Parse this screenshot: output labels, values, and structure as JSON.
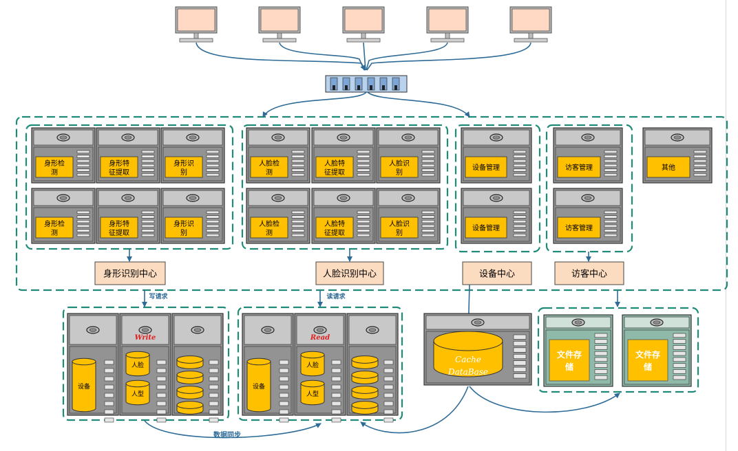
{
  "labels": {
    "body_detect": [
      "身形检",
      "测"
    ],
    "body_feature": [
      "身形特",
      "征提取"
    ],
    "body_recog": [
      "身形识",
      "别"
    ],
    "face_detect": [
      "人脸检",
      "测"
    ],
    "face_feature": [
      "人脸特",
      "征提取"
    ],
    "face_recog": [
      "人脸识",
      "别"
    ],
    "device_mgmt": "设备管理",
    "visitor_mgmt": "访客管理",
    "other": "其他"
  },
  "centers": {
    "body": "身形识别中心",
    "face": "人脸识别中心",
    "device": "设备中心",
    "visitor": "访客中心"
  },
  "requests": {
    "write": "写请求",
    "read": "读请求"
  },
  "db": {
    "write_tag": "Write",
    "read_tag": "Read",
    "device_cyl": "设备",
    "face_cyl": "人脸",
    "body_cyl": "人型",
    "cache_line1": "Cache",
    "cache_line2": "DataBase",
    "sync_label": "数据同步"
  },
  "file_storage": [
    "文件存",
    "储"
  ],
  "colors": {
    "server_fill": "#939393",
    "server_top": "#c8c8c8",
    "label_fill": "#ffc000",
    "center_fill": "#fcdcc0",
    "dashed_border": "#1f8a78",
    "arrow": "#2e6b97",
    "monitor_screen": "#ffd9c4",
    "file_server_fill": "#8fb9a8"
  },
  "icons": [
    "monitor-icon",
    "network-switch-icon",
    "server-icon",
    "database-cylinder-icon"
  ]
}
